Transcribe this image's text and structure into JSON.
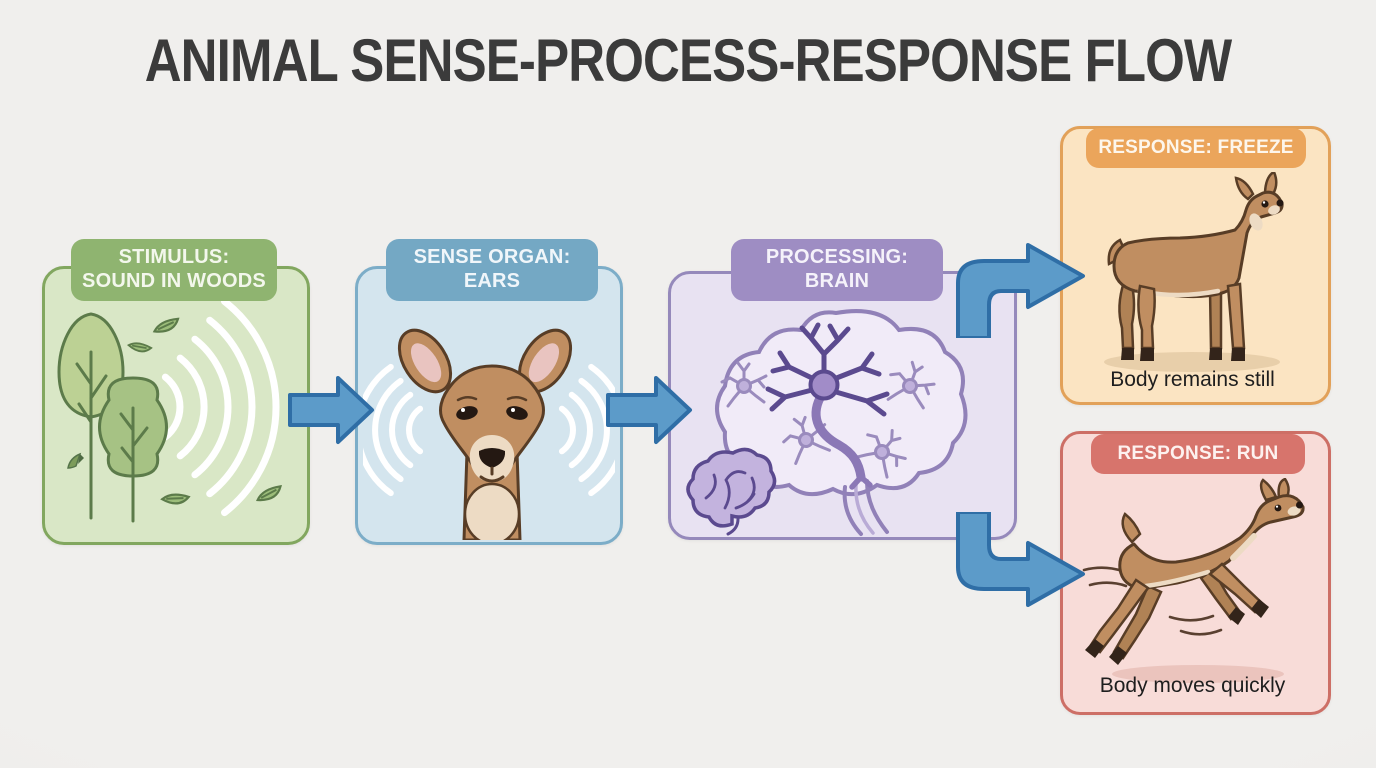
{
  "title": "ANIMAL SENSE-PROCESS-RESPONSE FLOW",
  "nodes": {
    "stimulus": {
      "label": "STIMULUS:\nSOUND IN WOODS",
      "illustration": "forest-trees-with-sound-waves"
    },
    "sense_organ": {
      "label": "SENSE ORGAN:\nEARS",
      "illustration": "deer-head-with-sound-waves"
    },
    "processing": {
      "label": "PROCESSING:\nBRAIN",
      "illustration": "brain-with-neuron-network"
    },
    "response_freeze": {
      "label": "RESPONSE: FREEZE",
      "caption": "Body remains still",
      "illustration": "standing-deer"
    },
    "response_run": {
      "label": "RESPONSE: RUN",
      "caption": "Body moves quickly",
      "illustration": "leaping-deer"
    }
  },
  "flow_arrows": [
    {
      "name": "stimulus-to-sense",
      "type": "straight-right"
    },
    {
      "name": "sense-to-processing",
      "type": "straight-right"
    },
    {
      "name": "processing-to-freeze",
      "type": "elbow-up-right"
    },
    {
      "name": "processing-to-run",
      "type": "elbow-down-right"
    }
  ],
  "palette": {
    "background": "#edecea",
    "title_text": "#3b3b3b",
    "caption_text": "#1e1e1e",
    "arrow_fill": "#5c9bc9",
    "arrow_outline": "#2f6ea6",
    "stimulus": {
      "box_fill": "#d9e7c6",
      "box_border": "#82a75f",
      "pill_fill": "#8fb470",
      "pill_text": "#f3f7ec"
    },
    "sense_organ": {
      "box_fill": "#d4e5ee",
      "box_border": "#7cadc8",
      "pill_fill": "#74a8c4",
      "pill_text": "#f0f6fa"
    },
    "processing": {
      "box_fill": "#e8e2f2",
      "box_border": "#9589bb",
      "pill_fill": "#9e8dc3",
      "pill_text": "#f5f2fa"
    },
    "response_freeze": {
      "box_fill": "#fbe4c2",
      "box_border": "#e2a159",
      "pill_fill": "#eba55b",
      "pill_text": "#fdf6ec"
    },
    "response_run": {
      "box_fill": "#f8dcd8",
      "box_border": "#cd6f66",
      "pill_fill": "#d7746c",
      "pill_text": "#fdf1ef"
    },
    "deer_body": "#c08e61",
    "deer_outline": "#583d26",
    "deer_cream": "#eddbc4",
    "tree_green_light": "#bcd194",
    "tree_green_dark": "#a6c284",
    "tree_outline": "#5c7b4a",
    "brain_outline": "#9181b8",
    "neuron_dark": "#5b4a8f",
    "sound_wave": "#ffffff"
  }
}
